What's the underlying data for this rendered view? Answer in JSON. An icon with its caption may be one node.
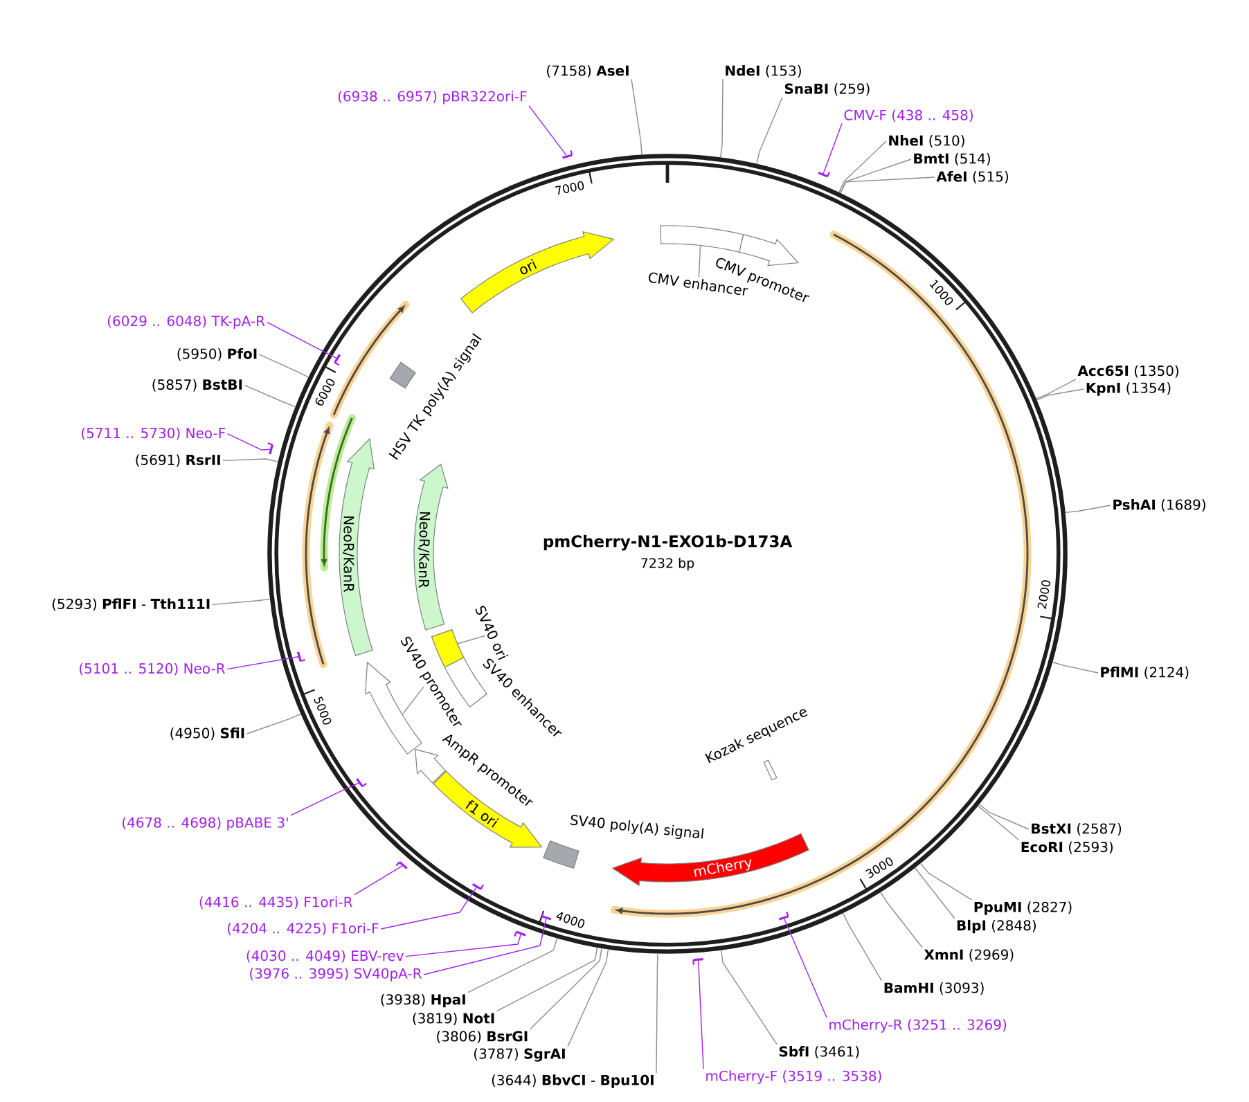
{
  "diagram": {
    "nodes": [
      {
        "text": [
          "pmCherry-N1-EXO1b-D173A",
          "7232 bp"
        ]
      },
      {
        "text": [
          "ori"
        ],
        "in": 0
      },
      {
        "text": [
          "CMV enhancer"
        ],
        "in": 0
      },
      {
        "text": [],
        "shape": "box",
        "in": 0
      },
      {
        "text": [
          "CMV promoter"
        ],
        "in": 0
      },
      {
        "text": [
          "mCherry"
        ],
        "in": 0
      },
      {
        "text": [
          "Kozak sequence"
        ],
        "in": 0
      },
      {
        "text": [
          "SV40 poly(A) signal"
        ],
        "in": 0
      },
      {
        "text": [
          "f1 ori"
        ],
        "in": 0
      },
      {
        "text": [
          "AmpR promoter"
        ],
        "in": 0
      },
      {
        "text": [
          "SV40 promoter"
        ],
        "in": 0
      },
      {
        "text": [],
        "shape": "arrow",
        "in": 0
      },
      {
        "text": [
          "SV40 enhancer"
        ],
        "in": 0
      },
      {
        "text": [
          "SV40 ori"
        ],
        "in": 0
      },
      {
        "text": [],
        "shape": "box",
        "in": 0
      },
      {
        "text": [
          "NeoR/KanR"
        ],
        "in": 0
      },
      {
        "text": [
          "NeoR/KanR"
        ],
        "in": 0
      },
      {
        "text": [
          "HSV TK poly(A) signal"
        ],
        "in": 0
      },
      {
        "text": [
          "**NdeI** (153)"
        ]
      },
      {
        "text": [
          "**SnaBI** (259)"
        ]
      },
      {
        "text": [
          "CMV-F (438 .. 458)"
        ]
      },
      {
        "text": [],
        "shape": "bar"
      },
      {
        "text": [
          "**NheI** (510)"
        ]
      },
      {
        "text": [
          "**BmtI** (514)"
        ]
      },
      {
        "text": [
          "**AfeI** (515)"
        ]
      },
      {
        "text": [
          "**Acc65I** (1350)"
        ]
      },
      {
        "text": [
          "**KpnI** (1354)"
        ]
      },
      {
        "text": [
          "**PshAI** (1689)"
        ]
      },
      {
        "text": [
          "**PflMI** (2124)"
        ]
      },
      {
        "text": [
          "**BstXI** (2587)"
        ]
      },
      {
        "text": [
          "**EcoRI** (2593)"
        ]
      },
      {
        "text": [
          "**PpuMI** (2827)"
        ]
      },
      {
        "text": [
          "**BlpI** (2848)"
        ]
      },
      {
        "text": [
          "**XmnI** (2969)"
        ]
      },
      {
        "text": [
          "**BamHI** (3093)"
        ]
      },
      {
        "text": [
          "mCherry-R (3251 .. 3269)"
        ]
      },
      {
        "text": [],
        "shape": "bar",
        "in": 0
      },
      {
        "text": [
          "**SbfI** (3461)"
        ]
      },
      {
        "text": [
          "mCherry-F (3519 .. 3538)"
        ]
      },
      {
        "text": [],
        "shape": "bar"
      },
      {
        "text": [
          "(3644) **BbvCI** - **Bpu10I**"
        ]
      },
      {
        "text": [
          "(3787) **SgrAI**"
        ]
      },
      {
        "text": [
          "(3806) **BsrGI**"
        ]
      },
      {
        "text": [
          "(3819) **NotI**"
        ]
      },
      {
        "text": [
          "(3938) **HpaI**"
        ]
      },
      {
        "text": [
          "(3976 .. 3995) SV40pA-R"
        ]
      },
      {
        "text": [],
        "shape": "bar",
        "in": 0
      },
      {
        "text": [
          "(4030 .. 4049) EBV-rev"
        ]
      },
      {
        "text": [],
        "shape": "bar"
      },
      {
        "text": [
          "(4204 .. 4225) F1ori-F"
        ]
      },
      {
        "text": [],
        "shape": "bar",
        "in": 0
      },
      {
        "text": [
          "(4416 .. 4435) F1ori-R"
        ]
      },
      {
        "text": [],
        "shape": "bar"
      },
      {
        "text": [
          "(4678 .. 4698) pBABE 3'"
        ]
      },
      {
        "text": [],
        "shape": "bar",
        "in": 0
      },
      {
        "text": [
          "(4950) **SfiI**"
        ]
      },
      {
        "text": [
          "(5101 .. 5120) Neo-R"
        ]
      },
      {
        "text": [],
        "shape": "bar",
        "in": 0
      },
      {
        "text": [
          "(5293) **PflFI** - **Tth111I**"
        ]
      },
      {
        "text": [
          "(5691) **RsrII**"
        ]
      },
      {
        "text": [
          "(5711 .. 5730) Neo-F"
        ]
      },
      {
        "text": [],
        "shape": "bar"
      },
      {
        "text": [
          "(5857) **BstBI**"
        ]
      },
      {
        "text": [
          "(5950) **PfoI**"
        ]
      },
      {
        "text": [
          "(6029 .. 6048) TK-pA-R"
        ]
      },
      {
        "text": [],
        "shape": "bar",
        "in": 0
      },
      {
        "text": [
          "(6938 .. 6957) pBR322ori-F"
        ]
      },
      {
        "text": [],
        "shape": "bar"
      },
      {
        "text": [
          "(7158) **AseI**"
        ]
      }
    ],
    "edges": [
      {
        "from": 2,
        "to": 3,
        "arrow": "none"
      },
      {
        "from": 10,
        "to": 11,
        "arrow": "none"
      },
      {
        "from": 13,
        "to": 14,
        "arrow": "none"
      },
      {
        "from": 18,
        "to": 0,
        "arrow": "none"
      },
      {
        "from": 19,
        "to": 0,
        "arrow": "none"
      },
      {
        "from": 20,
        "to": 21,
        "arrow": "none",
        "color": "#a020f0"
      },
      {
        "from": 22,
        "to": 0,
        "arrow": "none"
      },
      {
        "from": 23,
        "to": 0,
        "arrow": "none"
      },
      {
        "from": 24,
        "to": 0,
        "arrow": "none"
      },
      {
        "from": 25,
        "to": 0,
        "arrow": "none"
      },
      {
        "from": 26,
        "to": 0,
        "arrow": "none"
      },
      {
        "from": 27,
        "to": 0,
        "arrow": "none"
      },
      {
        "from": 28,
        "to": 0,
        "arrow": "none"
      },
      {
        "from": 29,
        "to": 0,
        "arrow": "none"
      },
      {
        "from": 30,
        "to": 0,
        "arrow": "none"
      },
      {
        "from": 31,
        "to": 0,
        "arrow": "none"
      },
      {
        "from": 32,
        "to": 0,
        "arrow": "none"
      },
      {
        "from": 33,
        "to": 0,
        "arrow": "none"
      },
      {
        "from": 34,
        "to": 0,
        "arrow": "none"
      },
      {
        "from": 35,
        "to": 36,
        "arrow": "none",
        "color": "#a020f0"
      },
      {
        "from": 37,
        "to": 0,
        "arrow": "none"
      },
      {
        "from": 38,
        "to": 39,
        "arrow": "none",
        "color": "#a020f0"
      },
      {
        "from": 40,
        "to": 0,
        "arrow": "none"
      },
      {
        "from": 41,
        "to": 0,
        "arrow": "none"
      },
      {
        "from": 42,
        "to": 0,
        "arrow": "none"
      },
      {
        "from": 43,
        "to": 0,
        "arrow": "none"
      },
      {
        "from": 44,
        "to": 0,
        "arrow": "none"
      },
      {
        "from": 45,
        "to": 46,
        "arrow": "none",
        "color": "#a020f0"
      },
      {
        "from": 47,
        "to": 48,
        "arrow": "none",
        "color": "#a020f0"
      },
      {
        "from": 49,
        "to": 50,
        "arrow": "none",
        "color": "#a020f0"
      },
      {
        "from": 51,
        "to": 52,
        "arrow": "none",
        "color": "#a020f0"
      },
      {
        "from": 53,
        "to": 54,
        "arrow": "none",
        "color": "#a020f0"
      },
      {
        "from": 55,
        "to": 0,
        "arrow": "none"
      },
      {
        "from": 56,
        "to": 57,
        "arrow": "none",
        "color": "#a020f0"
      },
      {
        "from": 58,
        "to": 0,
        "arrow": "none"
      },
      {
        "from": 59,
        "to": 0,
        "arrow": "none"
      },
      {
        "from": 60,
        "to": 61,
        "arrow": "none",
        "color": "#a020f0"
      },
      {
        "from": 62,
        "to": 0,
        "arrow": "none"
      },
      {
        "from": 63,
        "to": 0,
        "arrow": "none"
      },
      {
        "from": 64,
        "to": 65,
        "arrow": "none",
        "color": "#a020f0"
      },
      {
        "from": 66,
        "to": 67,
        "arrow": "none",
        "color": "#a020f0"
      },
      {
        "from": 68,
        "to": 0,
        "arrow": "none"
      }
    ],
    "labels": [
      "1000",
      "2000",
      "3000",
      "4000",
      "5000",
      "6000",
      "7000"
    ]
  }
}
